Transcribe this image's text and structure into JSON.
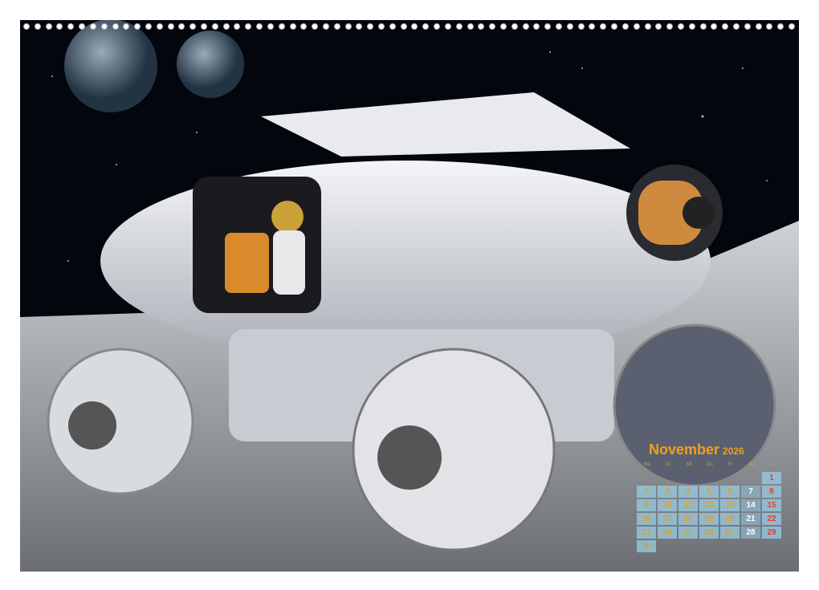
{
  "calendar": {
    "month": "November",
    "year": "2026",
    "weekdays": [
      "Mo",
      "Di",
      "Mi",
      "Do",
      "Fr",
      "Sa",
      "So"
    ],
    "first_weekday_index": 6,
    "days_in_month": 30
  },
  "colors": {
    "title": "#f0a020",
    "weekday_text": "#e0a020",
    "saturday": "#ffffff",
    "sunday": "#e0402a",
    "cell": "#96c8e1"
  }
}
